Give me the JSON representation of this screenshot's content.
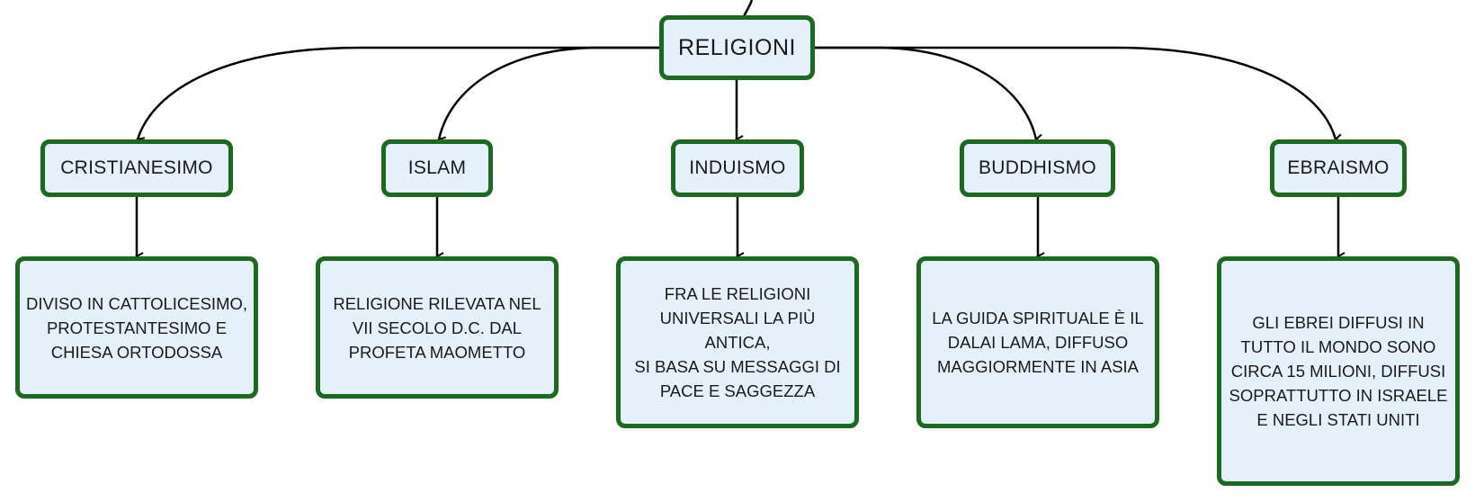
{
  "diagram": {
    "root": {
      "label": "RELIGIONI"
    },
    "branches": [
      {
        "category": "CRISTIANESIMO",
        "description": "DIVISO IN CATTOLICESIMO,\nPROTESTANTESIMO E\nCHIESA ORTODOSSA"
      },
      {
        "category": "ISLAM",
        "description": "RELIGIONE RILEVATA NEL\nVII SECOLO D.C. DAL\nPROFETA MAOMETTO"
      },
      {
        "category": "INDUISMO",
        "description": "FRA LE RELIGIONI\nUNIVERSALI LA PIÙ ANTICA,\nSI BASA SU MESSAGGI DI\nPACE E SAGGEZZA"
      },
      {
        "category": "BUDDHISMO",
        "description": "LA GUIDA SPIRITUALE È IL\nDALAI LAMA, DIFFUSO\nMAGGIORMENTE IN ASIA"
      },
      {
        "category": "EBRAISMO",
        "description": "GLI EBREI DIFFUSI IN\nTUTTO IL MONDO SONO\nCIRCA 15 MILIONI, DIFFUSI\nSOPRATTUTTO IN ISRAELE\nE NEGLI STATI UNITI"
      }
    ],
    "colors": {
      "node_fill": "#e4f1fb",
      "node_border": "#1b6a1f",
      "connector": "#000000",
      "text": "#1a1a1a"
    }
  }
}
